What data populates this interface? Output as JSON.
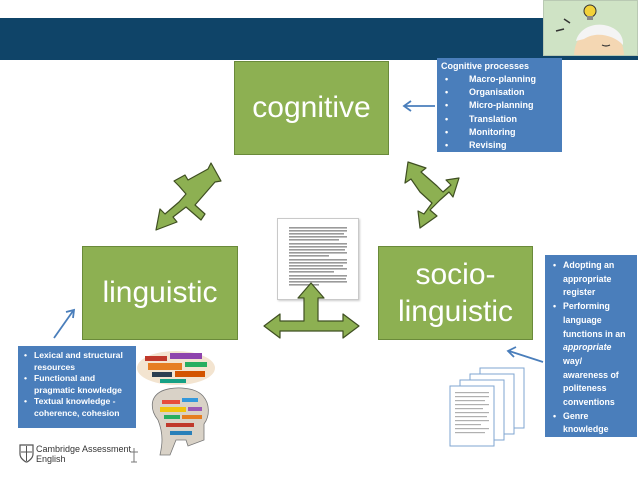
{
  "diagram": {
    "nodes": {
      "cognitive": "cognitive",
      "linguistic": "linguistic",
      "socio_line1": "socio-",
      "socio_line2": "linguistic"
    },
    "cognitive_processes": {
      "title": "Cognitive processes",
      "items": [
        "Macro-planning",
        "Organisation",
        "Micro-planning",
        "Translation",
        "Monitoring",
        "Revising"
      ]
    },
    "linguistic_notes": {
      "items": [
        [
          "Lexical and structural",
          "resources"
        ],
        [
          "Functional and",
          "pragmatic knowledge"
        ],
        [
          "Textual knowledge -",
          "coherence, cohesion"
        ]
      ]
    },
    "socio_notes": {
      "item1": [
        "Adopting an",
        "appropriate",
        "register"
      ],
      "item2_pre": [
        "Performing",
        "language",
        "functions in an"
      ],
      "item2_emph": "appropriate",
      "item2_post": [
        "way/",
        "awareness of",
        "politeness",
        "conventions"
      ],
      "item3": [
        "Genre",
        "knowledge"
      ]
    }
  },
  "footer": {
    "logo_line1": "Cambridge Assessment",
    "logo_line2": "English"
  },
  "colors": {
    "banner": "#0f4468",
    "green": "#8db052",
    "blue": "#4a7ebb"
  }
}
